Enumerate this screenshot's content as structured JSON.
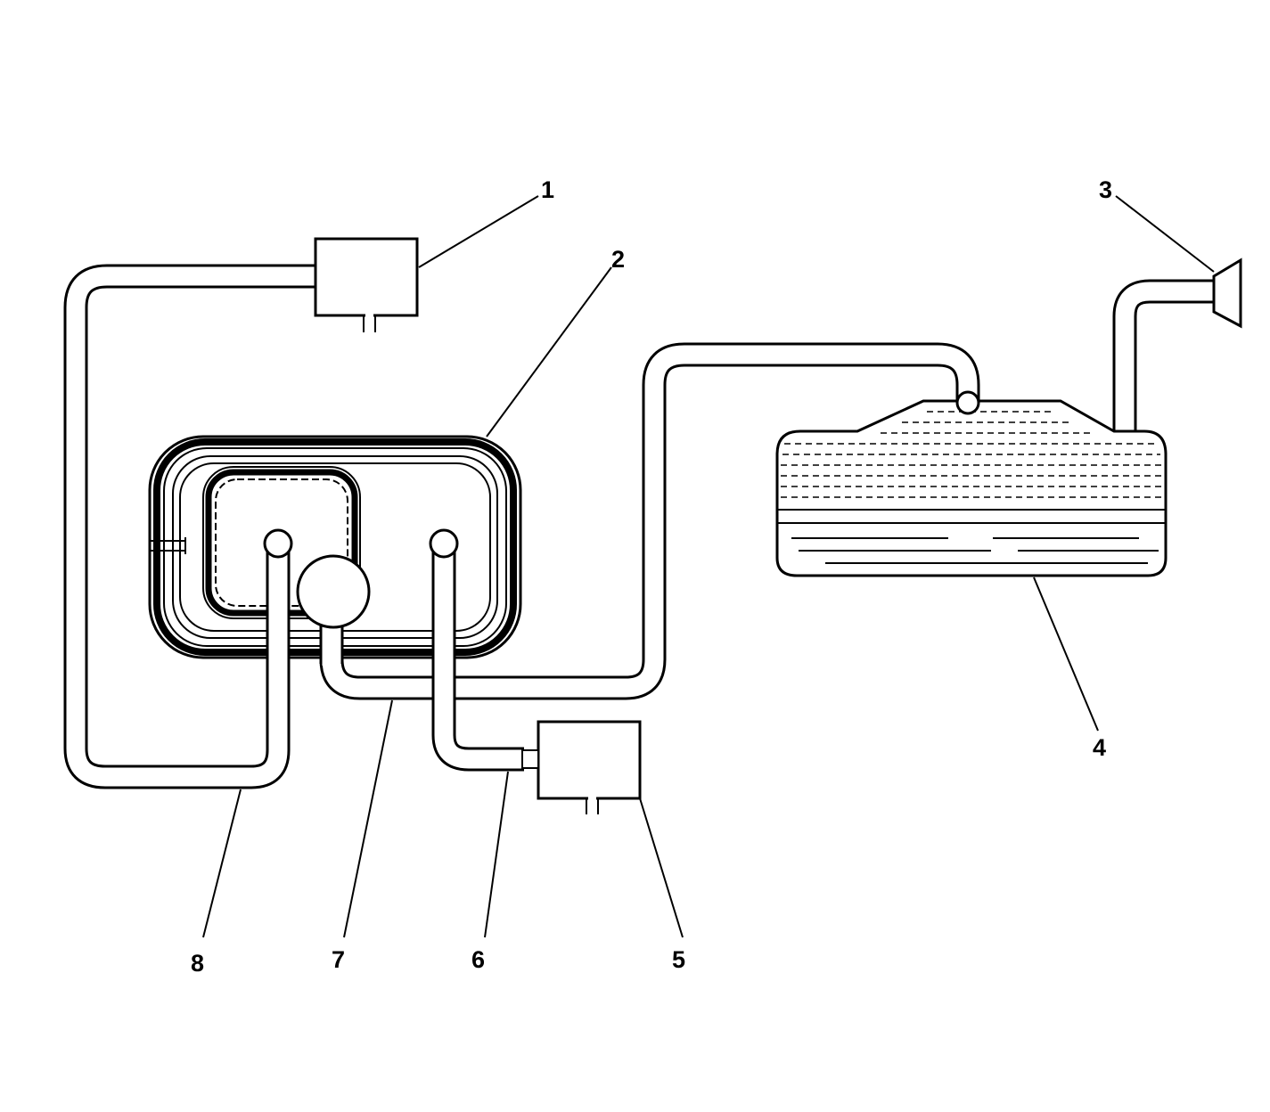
{
  "callouts": [
    {
      "id": "1",
      "text": "1"
    },
    {
      "id": "2",
      "text": "2"
    },
    {
      "id": "3",
      "text": "3"
    },
    {
      "id": "4",
      "text": "4"
    },
    {
      "id": "5",
      "text": "5"
    },
    {
      "id": "6",
      "text": "6"
    },
    {
      "id": "7",
      "text": "7"
    },
    {
      "id": "8",
      "text": "8"
    }
  ],
  "colors": {
    "line": "#000000",
    "background": "#ffffff"
  },
  "icons": [
    "valve-box",
    "tank",
    "horn",
    "pump",
    "tubing"
  ]
}
